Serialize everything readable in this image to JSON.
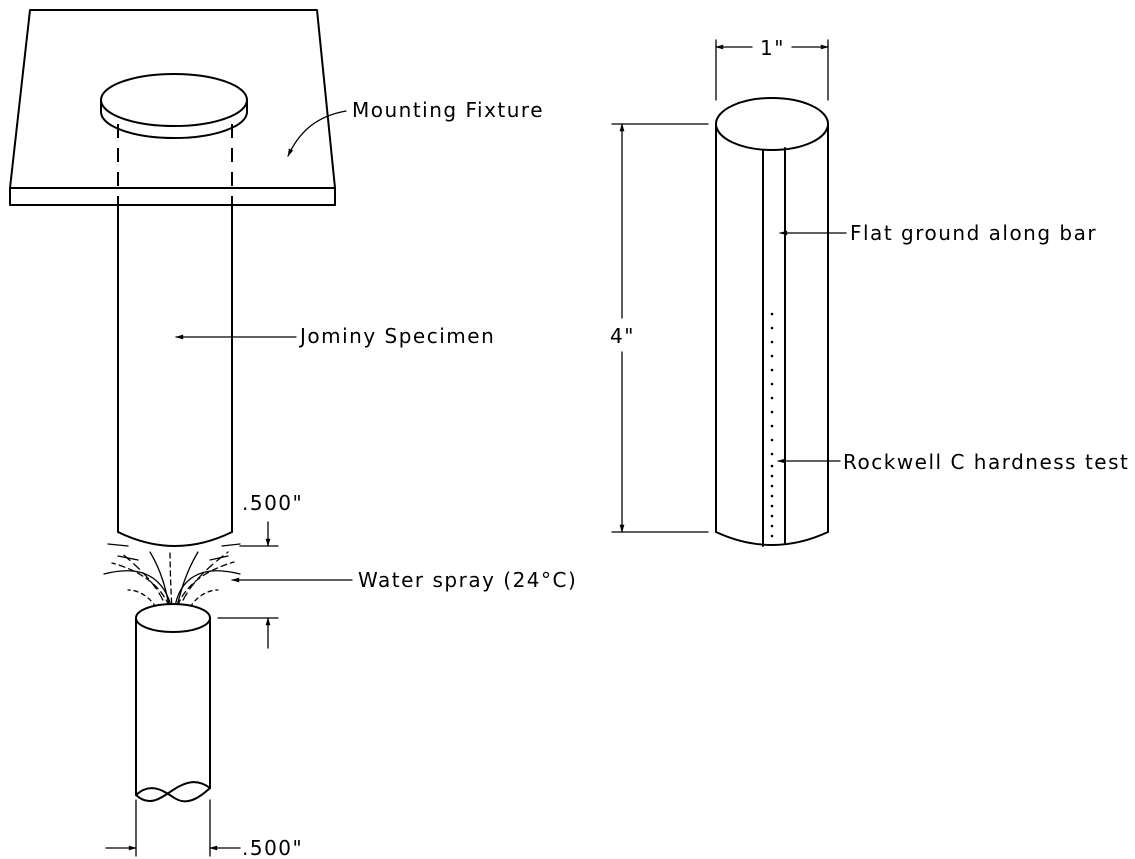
{
  "labels": {
    "mounting_fixture": "Mounting Fixture",
    "jominy_specimen": "Jominy Specimen",
    "water_spray": "Water spray (24°C)",
    "gap_dimension": ".500\"",
    "nozzle_dimension": ".500\"",
    "flat_ground": "Flat ground along bar",
    "rockwell_test": "Rockwell C hardness test",
    "bar_length": "4\"",
    "bar_diameter": "1\""
  }
}
